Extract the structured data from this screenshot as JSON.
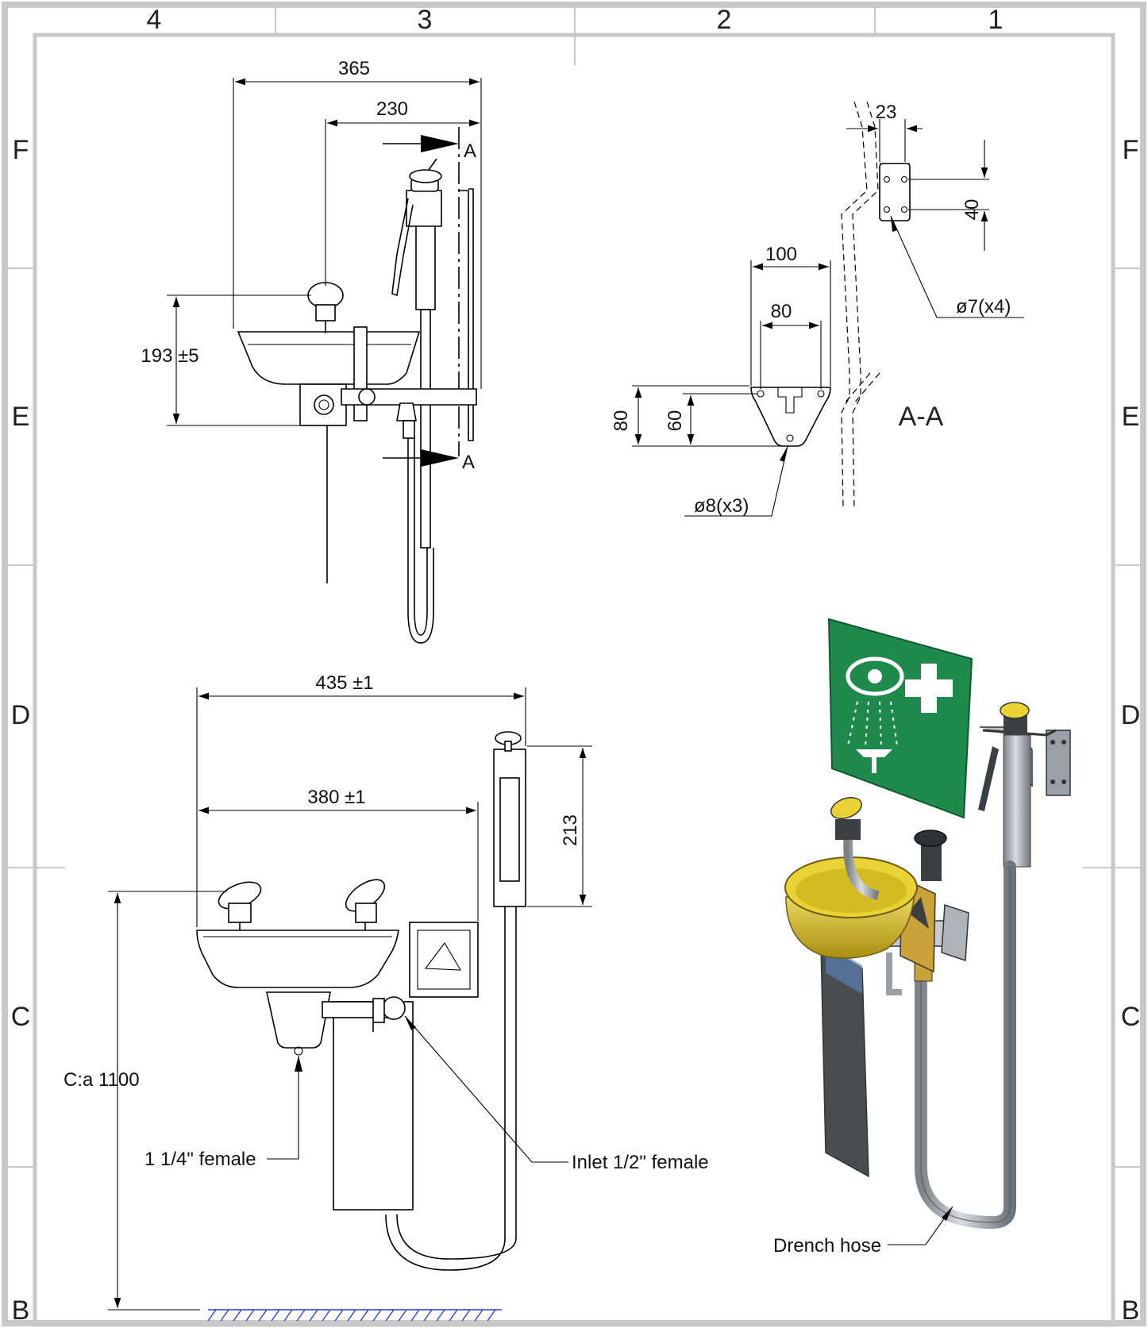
{
  "zones": {
    "columns": [
      "4",
      "3",
      "2",
      "1"
    ],
    "rows": [
      "F",
      "E",
      "D",
      "C",
      "B"
    ]
  },
  "side_view": {
    "dim_overall_width": "365",
    "dim_wall_offset": "230",
    "dim_bowl_height": "193 ±5",
    "section_marker": "A"
  },
  "section_view": {
    "title": "A-A",
    "dim_plate_width": "23",
    "dim_plate_hole_pitch": "40",
    "plate_holes": "ø7(x4)",
    "dim_bracket_width": "100",
    "dim_bracket_hole_pitch": "80",
    "dim_bracket_height": "80",
    "dim_bracket_hole_height": "60",
    "bracket_holes": "ø8(x3)"
  },
  "front_view": {
    "dim_total_width": "435 ±1",
    "dim_bowl_width": "380 ±1",
    "dim_head_height": "213",
    "dim_floor_height": "C:a 1100",
    "callout_drain": "1 1/4\" female",
    "callout_inlet": "Inlet 1/2\" female"
  },
  "iso_view": {
    "callout_hose": "Drench hose"
  },
  "colors": {
    "bowl_yellow": "#e9d233",
    "sign_green": "#1f8a4c",
    "steel": "#a8acb0",
    "hatch_blue": "#2a3fd6"
  }
}
